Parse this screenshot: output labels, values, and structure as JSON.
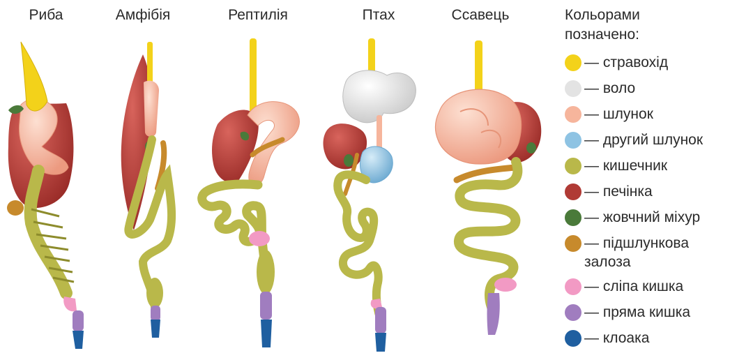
{
  "columns": [
    {
      "id": "fish",
      "label": "Риба"
    },
    {
      "id": "amphibian",
      "label": "Амфібія"
    },
    {
      "id": "reptile",
      "label": "Рептилія"
    },
    {
      "id": "bird",
      "label": "Птах"
    },
    {
      "id": "mammal",
      "label": "Ссавець"
    }
  ],
  "legend": {
    "title": "Кольорами позначено:",
    "items": [
      {
        "key": "esophagus",
        "label": "— стравохід",
        "color": "#f3d21a"
      },
      {
        "key": "crop",
        "label": "— воло",
        "color": "#e3e3e3"
      },
      {
        "key": "stomach",
        "label": "— шлунок",
        "color": "#f6b59c"
      },
      {
        "key": "second_stomach",
        "label": "— другий шлунок",
        "color": "#8ec3e3"
      },
      {
        "key": "intestine",
        "label": "— кишечник",
        "color": "#b9b84a"
      },
      {
        "key": "liver",
        "label": "— печінка",
        "color": "#b03a35"
      },
      {
        "key": "gallbladder",
        "label": "— жовчний міхур",
        "color": "#4a7a3a"
      },
      {
        "key": "pancreas",
        "label": "— підшлункова залоза",
        "color": "#c78a2c"
      },
      {
        "key": "caecum",
        "label": "— сліпа кишка",
        "color": "#f29ac4"
      },
      {
        "key": "rectum",
        "label": "— пряма кишка",
        "color": "#a07dbf"
      },
      {
        "key": "cloaca",
        "label": "— клоака",
        "color": "#1f5fa0"
      }
    ]
  }
}
